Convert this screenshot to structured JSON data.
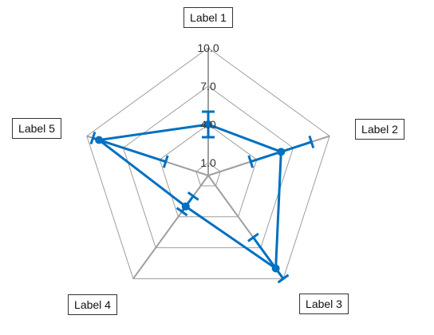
{
  "chart_data": {
    "type": "radar",
    "categories": [
      "Label 1",
      "Label 2",
      "Label 3",
      "Label 4",
      "Label 5"
    ],
    "radial_ticks": [
      "1.0",
      "4.0",
      "7.0",
      "10.0"
    ],
    "range": [
      0,
      10
    ],
    "series": [
      {
        "values": [
          4.0,
          6.0,
          9.0,
          3.0,
          9.0
        ],
        "error_low": [
          3.0,
          3.5,
          6.0,
          2.0,
          3.5
        ],
        "error_high": [
          5.0,
          8.5,
          10.0,
          3.5,
          9.5
        ],
        "color": "#0070C0"
      }
    ],
    "grid": true,
    "grid_color": "#9E9E9E",
    "axis_color": "#9E9E9E",
    "legend": "none"
  }
}
